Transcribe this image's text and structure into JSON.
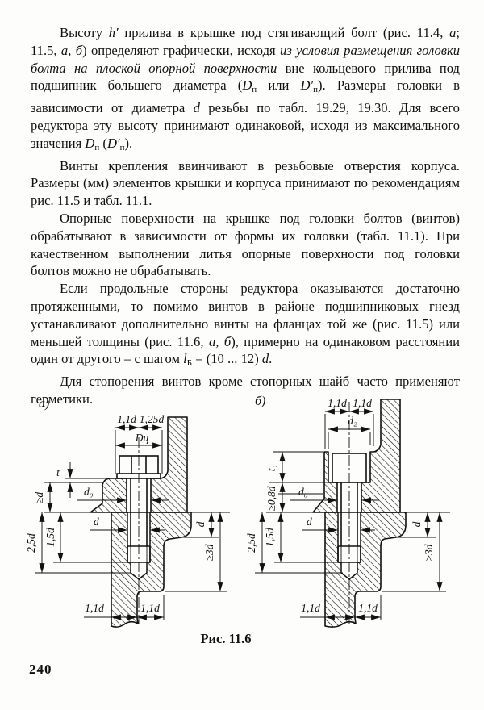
{
  "page_number": "240",
  "figure_caption": "Рис. 11.6",
  "paragraphs": [
    {
      "runs": [
        {
          "t": "Высоту ",
          "st": "n"
        },
        {
          "t": "h′",
          "st": "i"
        },
        {
          "t": " прилива в крышке под стягивающий болт (рис. 11.4, ",
          "st": "n"
        },
        {
          "t": "а",
          "st": "i"
        },
        {
          "t": "; 11.5, ",
          "st": "n"
        },
        {
          "t": "а",
          "st": "i"
        },
        {
          "t": ", ",
          "st": "n"
        },
        {
          "t": "б",
          "st": "i"
        },
        {
          "t": ") определяют графически, исходя ",
          "st": "n"
        },
        {
          "t": "из условия размещения головки болта на плоской опорной поверхности",
          "st": "i"
        },
        {
          "t": " вне кольцевого прилива под подшипник большего диаметра (",
          "st": "n"
        },
        {
          "t": "D",
          "st": "i"
        },
        {
          "t": "п",
          "st": "s"
        },
        {
          "t": " или ",
          "st": "n"
        },
        {
          "t": "D′",
          "st": "i"
        },
        {
          "t": "п",
          "st": "s"
        },
        {
          "t": "). Размеры головки в зависимости от диаметра ",
          "st": "n"
        },
        {
          "t": "d",
          "st": "i"
        },
        {
          "t": " резьбы по табл. 19.29, 19.30. Для всего редуктора эту высоту принимают одинаковой, исходя из максимального значения ",
          "st": "n"
        },
        {
          "t": "D",
          "st": "i"
        },
        {
          "t": "п",
          "st": "s"
        },
        {
          "t": " (",
          "st": "n"
        },
        {
          "t": "D′",
          "st": "i"
        },
        {
          "t": "п",
          "st": "s"
        },
        {
          "t": ").",
          "st": "n"
        }
      ]
    },
    {
      "runs": [
        {
          "t": "Винты крепления ввинчивают в резьбовые отверстия корпуса. Размеры (мм) элементов крышки и корпуса принимают по рекомендациям рис. 11.5 и табл. 11.1.",
          "st": "n"
        }
      ]
    },
    {
      "runs": [
        {
          "t": "Опорные поверхности на крышке под головки болтов (винтов) обрабатывают в зависимости от формы их головки (табл. 11.1). При качественном выполнении литья опорные поверхности под головки болтов можно не обрабатывать.",
          "st": "n"
        }
      ]
    },
    {
      "runs": [
        {
          "t": "Если продольные стороны редуктора оказываются достаточно протяженными, то помимо винтов в районе подшипниковых гнезд устанавливают дополнительно винты на фланцах той же (рис. 11.5) или меньшей толщины (рис. 11.6, ",
          "st": "n"
        },
        {
          "t": "а",
          "st": "i"
        },
        {
          "t": ", ",
          "st": "n"
        },
        {
          "t": "б",
          "st": "i"
        },
        {
          "t": "), примерно на одинаковом расстоянии один от другого – с шагом ",
          "st": "n"
        },
        {
          "t": "l",
          "st": "i"
        },
        {
          "t": "Б",
          "st": "s"
        },
        {
          "t": " = (10 ... 12) ",
          "st": "n"
        },
        {
          "t": "d",
          "st": "i"
        },
        {
          "t": ".",
          "st": "n"
        }
      ]
    },
    {
      "runs": [
        {
          "t": "Для стопорения винтов кроме стопорных шайб часто применяют герметики.",
          "st": "n"
        }
      ]
    }
  ],
  "figures": {
    "a": {
      "label": "а)",
      "dims": {
        "top_left": "1,1d",
        "top_right": "1,25d",
        "dia": "Dц",
        "t": "t",
        "flange": "≥d",
        "d0": "d₀",
        "d": "d",
        "engage": "1,5d",
        "depth": "2,5d",
        "lip": "d",
        "wall": "≥3d",
        "bot_left": "1,1d",
        "bot_right": "1,1d"
      }
    },
    "b": {
      "label": "б)",
      "dims": {
        "top_left": "1,1d",
        "top_right": "1,1d",
        "dia": "d₂",
        "t": "t₁",
        "flange": "≥0,8d",
        "d0": "d₀",
        "d": "d",
        "engage": "1,5d",
        "depth": "2,5d",
        "lip": "d",
        "wall": "≥3d",
        "bot_left": "1,1d",
        "bot_right": "1,1d"
      }
    }
  }
}
